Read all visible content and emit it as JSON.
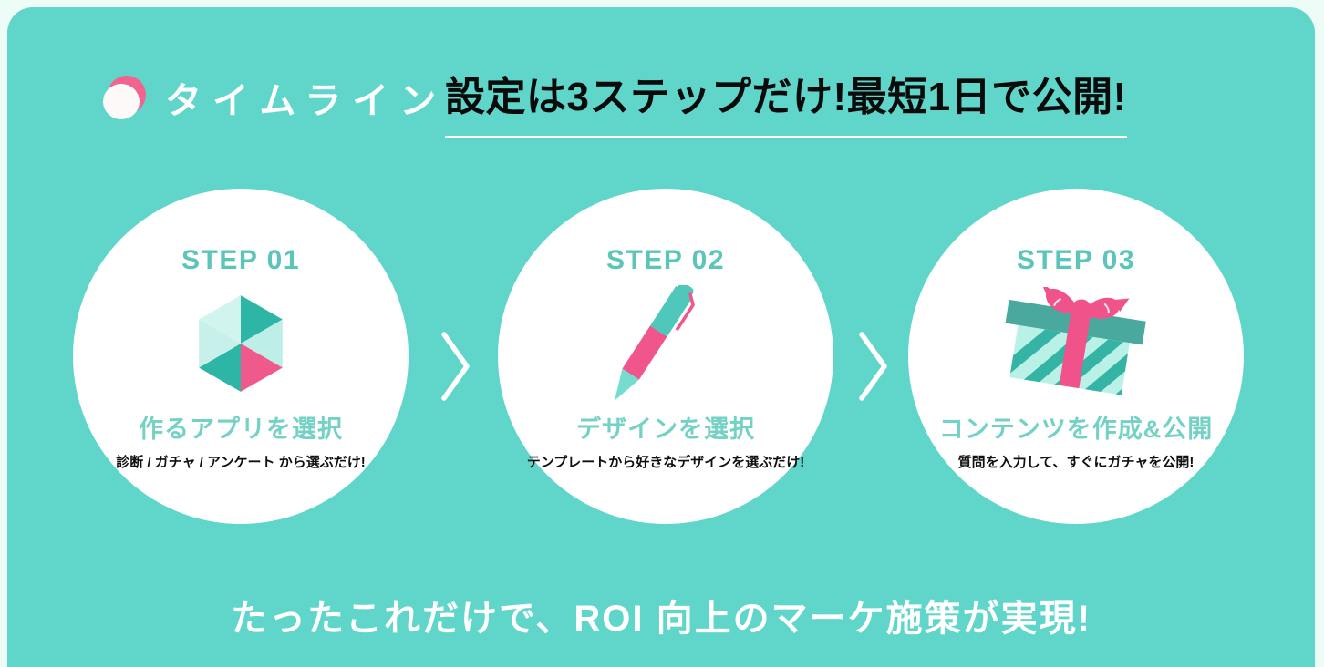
{
  "colors": {
    "card_teal": "#60d5c9",
    "page_background": "#edfcf7",
    "accent_pink": "#ef5a8b",
    "dark_teal": "#2db5a6",
    "light_mint": "#bfeee7",
    "step_label_teal": "#5cc5ba",
    "step_title_teal": "#74d1c5",
    "heading_text": "#0b0b0b",
    "footer_text": "#ffffff"
  },
  "header": {
    "logo_icon": "pink-white-capsule-icon",
    "logo_label": "タイムライン",
    "heading": "設定は3ステップだけ!最短1日で公開!"
  },
  "steps": [
    {
      "label": "STEP 01",
      "icon": "hexagon-cube-icon",
      "title": "作るアプリを選択",
      "subtitle": "診断 / ガチャ / アンケート から選ぶだけ!"
    },
    {
      "label": "STEP 02",
      "icon": "pen-icon",
      "title": "デザインを選択",
      "subtitle": "テンプレートから好きなデザインを選ぶだけ!"
    },
    {
      "label": "STEP 03",
      "icon": "gift-box-icon",
      "title": "コンテンツを作成&公開",
      "subtitle": "質問を入力して、すぐにガチャを公開!"
    }
  ],
  "separators": {
    "chevron": "right-chevron"
  },
  "footer": {
    "tagline": "たったこれだけで、ROI 向上のマーケ施策が実現!"
  }
}
